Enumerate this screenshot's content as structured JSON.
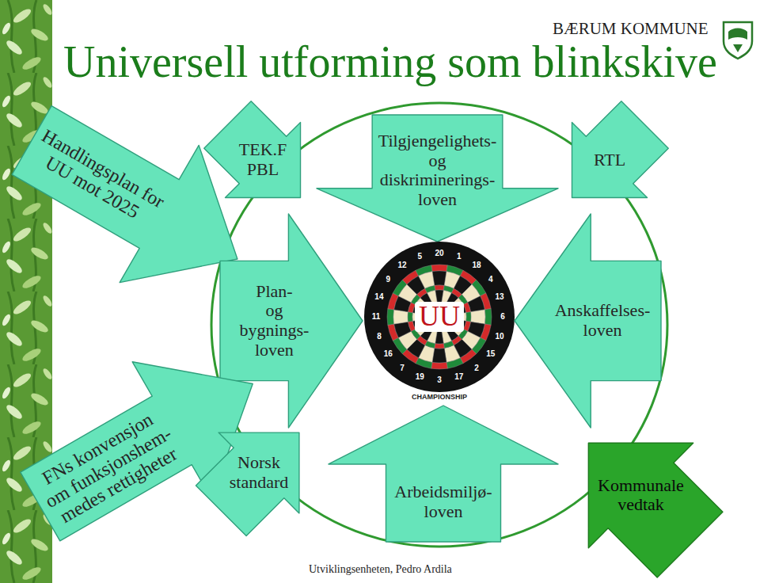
{
  "diagram": {
    "title": "Universell utforming som blinkskive",
    "nodes": [
      {
        "text": [
          "Handlingsplan for UU mot 2025"
        ]
      },
      {
        "text": [
          "TEK.F PBL"
        ]
      },
      {
        "text": [
          "Tilgjengelighets- og diskriminerings- loven"
        ]
      },
      {
        "text": [
          "RTL"
        ]
      },
      {
        "text": [
          "Plan- og bygnings- loven"
        ]
      },
      {
        "text": [
          "UU"
        ]
      },
      {
        "text": [
          "Anskaffelses- loven"
        ]
      },
      {
        "text": [
          "FNs konvensjon om funksjonshem- medes rettigheter"
        ]
      },
      {
        "text": [
          "Norsk standard"
        ]
      },
      {
        "text": [
          "Arbeidsmiljø- loven"
        ]
      },
      {
        "text": [
          "Kommunale vedtak"
        ]
      }
    ],
    "labels": [
      "BÆRUM KOMMUNE",
      "20",
      "1",
      "18",
      "4",
      "13",
      "6",
      "10",
      "15",
      "2",
      "17",
      "3",
      "19",
      "7",
      "16",
      "8",
      "11",
      "14",
      "9",
      "12",
      "5",
      "CHAMPIONSHIP",
      "Utviklingsenheten, Pedro Ardila"
    ]
  }
}
